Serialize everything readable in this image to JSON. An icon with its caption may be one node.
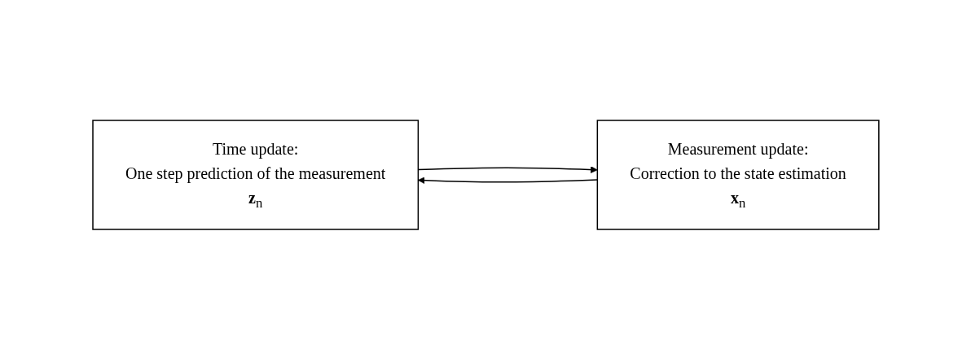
{
  "diagram": {
    "nodes": [
      {
        "text": [
          "Time update:",
          "One step prediction of the measurement",
          "**z**$_{n}$"
        ]
      },
      {
        "text": [
          "Measurement update:",
          "Correction to the state estimation",
          "**x**$_{n}$"
        ]
      }
    ],
    "edges": [
      {
        "from": 0,
        "to": 1,
        "arrow": "to"
      },
      {
        "from": 1,
        "to": 0,
        "arrow": "to"
      }
    ]
  }
}
